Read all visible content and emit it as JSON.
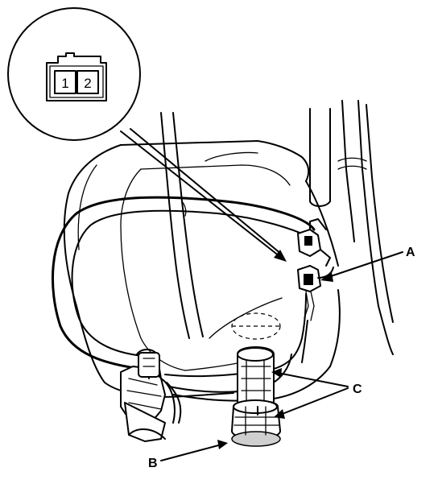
{
  "connector_inset": {
    "pins": [
      "1",
      "2"
    ]
  },
  "callouts": {
    "a": "A",
    "b": "B",
    "c": "C"
  }
}
